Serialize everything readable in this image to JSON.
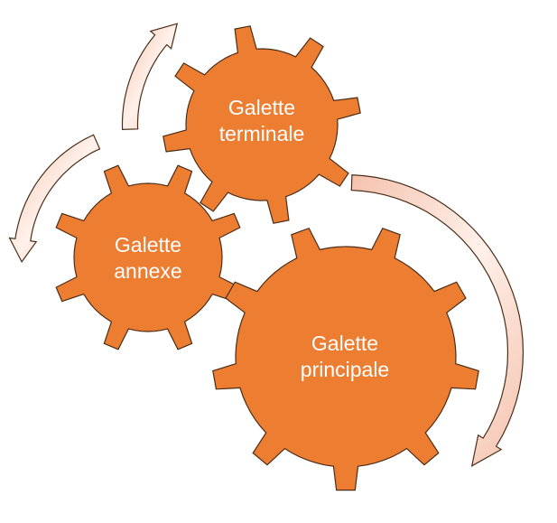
{
  "colors": {
    "gear": "#ED7D31",
    "gear_outline": "#4a2e18",
    "arrow_fill": "#F6CDBD",
    "arrow_highlight": "#FFF3EE",
    "text": "#FFFFFF"
  },
  "gears": [
    {
      "id": "terminale",
      "line1": "Galette",
      "line2": "terminale"
    },
    {
      "id": "annexe",
      "line1": "Galette",
      "line2": "annexe"
    },
    {
      "id": "principale",
      "line1": "Galette",
      "line2": "principale"
    }
  ]
}
